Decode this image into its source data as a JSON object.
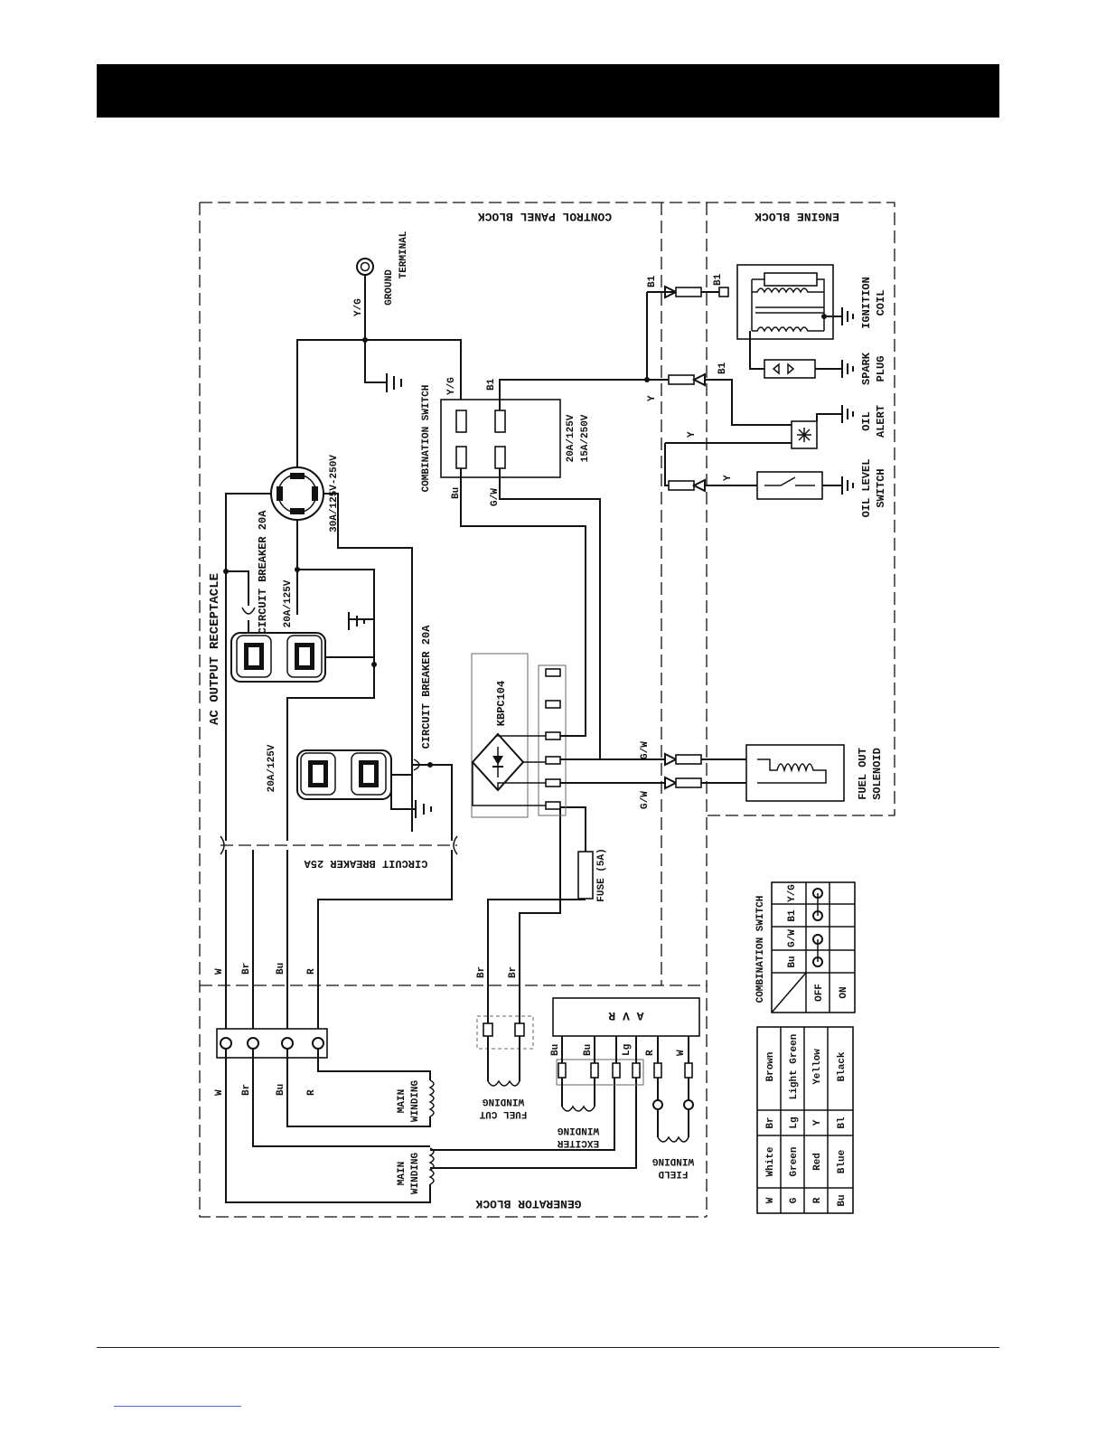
{
  "blocks": {
    "control_panel": "CONTROL PANEL BLOCK",
    "engine": "ENGINE BLOCK",
    "generator": "GENERATOR BLOCK"
  },
  "ground_terminal": [
    "GROUND",
    "TERMINAL"
  ],
  "receptacle_title": "AC OUTPUT RECEPTACLE",
  "twist_lock_rating": "30A/125V-250V",
  "breaker_top": "CIRCUIT BREAKER 20A",
  "breaker_middle": "CIRCUIT BREAKER 20A",
  "breaker_main": "CIRCUIT BREAKER 25A",
  "duplex_rating": "20A/125V",
  "combination_switch": {
    "label": "COMBINATION SWITCH",
    "ratings": [
      "20A/125V",
      "15A/250V"
    ]
  },
  "bridge": "KBPC104",
  "fuse": "FUSE (5A)",
  "avr": "A V R",
  "engine_parts": {
    "ignition_coil": [
      "IGNITION",
      "COIL"
    ],
    "spark_plug": [
      "SPARK",
      "PLUG"
    ],
    "oil_alert": [
      "OIL",
      "ALERT"
    ],
    "oil_level_switch": [
      "OIL LEVEL",
      "SWITCH"
    ],
    "fuel_out_solenoid": [
      "FUEL OUT",
      "SOLENOID"
    ]
  },
  "windings": {
    "main_1": [
      "MAIN",
      "WINDING"
    ],
    "main_2": [
      "MAIN",
      "WINDING"
    ],
    "fuel_cut": [
      "FUEL CUT",
      "WINDING"
    ],
    "exciter": [
      "EXCITER",
      "WINDING"
    ],
    "field": [
      "FIELD",
      "WINDING"
    ]
  },
  "wire_labels": {
    "yg": "Y/G",
    "b1": "B1",
    "y": "Y",
    "bu": "Bu",
    "gw": "G/W",
    "br": "Br",
    "w": "W",
    "r": "R",
    "lg": "Lg"
  },
  "switch_table": {
    "title": "COMBINATION SWITCH",
    "columns": [
      "Bu",
      "G/W",
      "B1",
      "Y/G"
    ],
    "rows": [
      "OFF",
      "ON"
    ]
  },
  "color_legend": [
    [
      "W",
      "White",
      "Br",
      "Brown"
    ],
    [
      "G",
      "Green",
      "Lg",
      "Light Green"
    ],
    [
      "R",
      "Red",
      "Y",
      "Yellow"
    ],
    [
      "Bu",
      "Blue",
      "Bl",
      "Black"
    ]
  ]
}
